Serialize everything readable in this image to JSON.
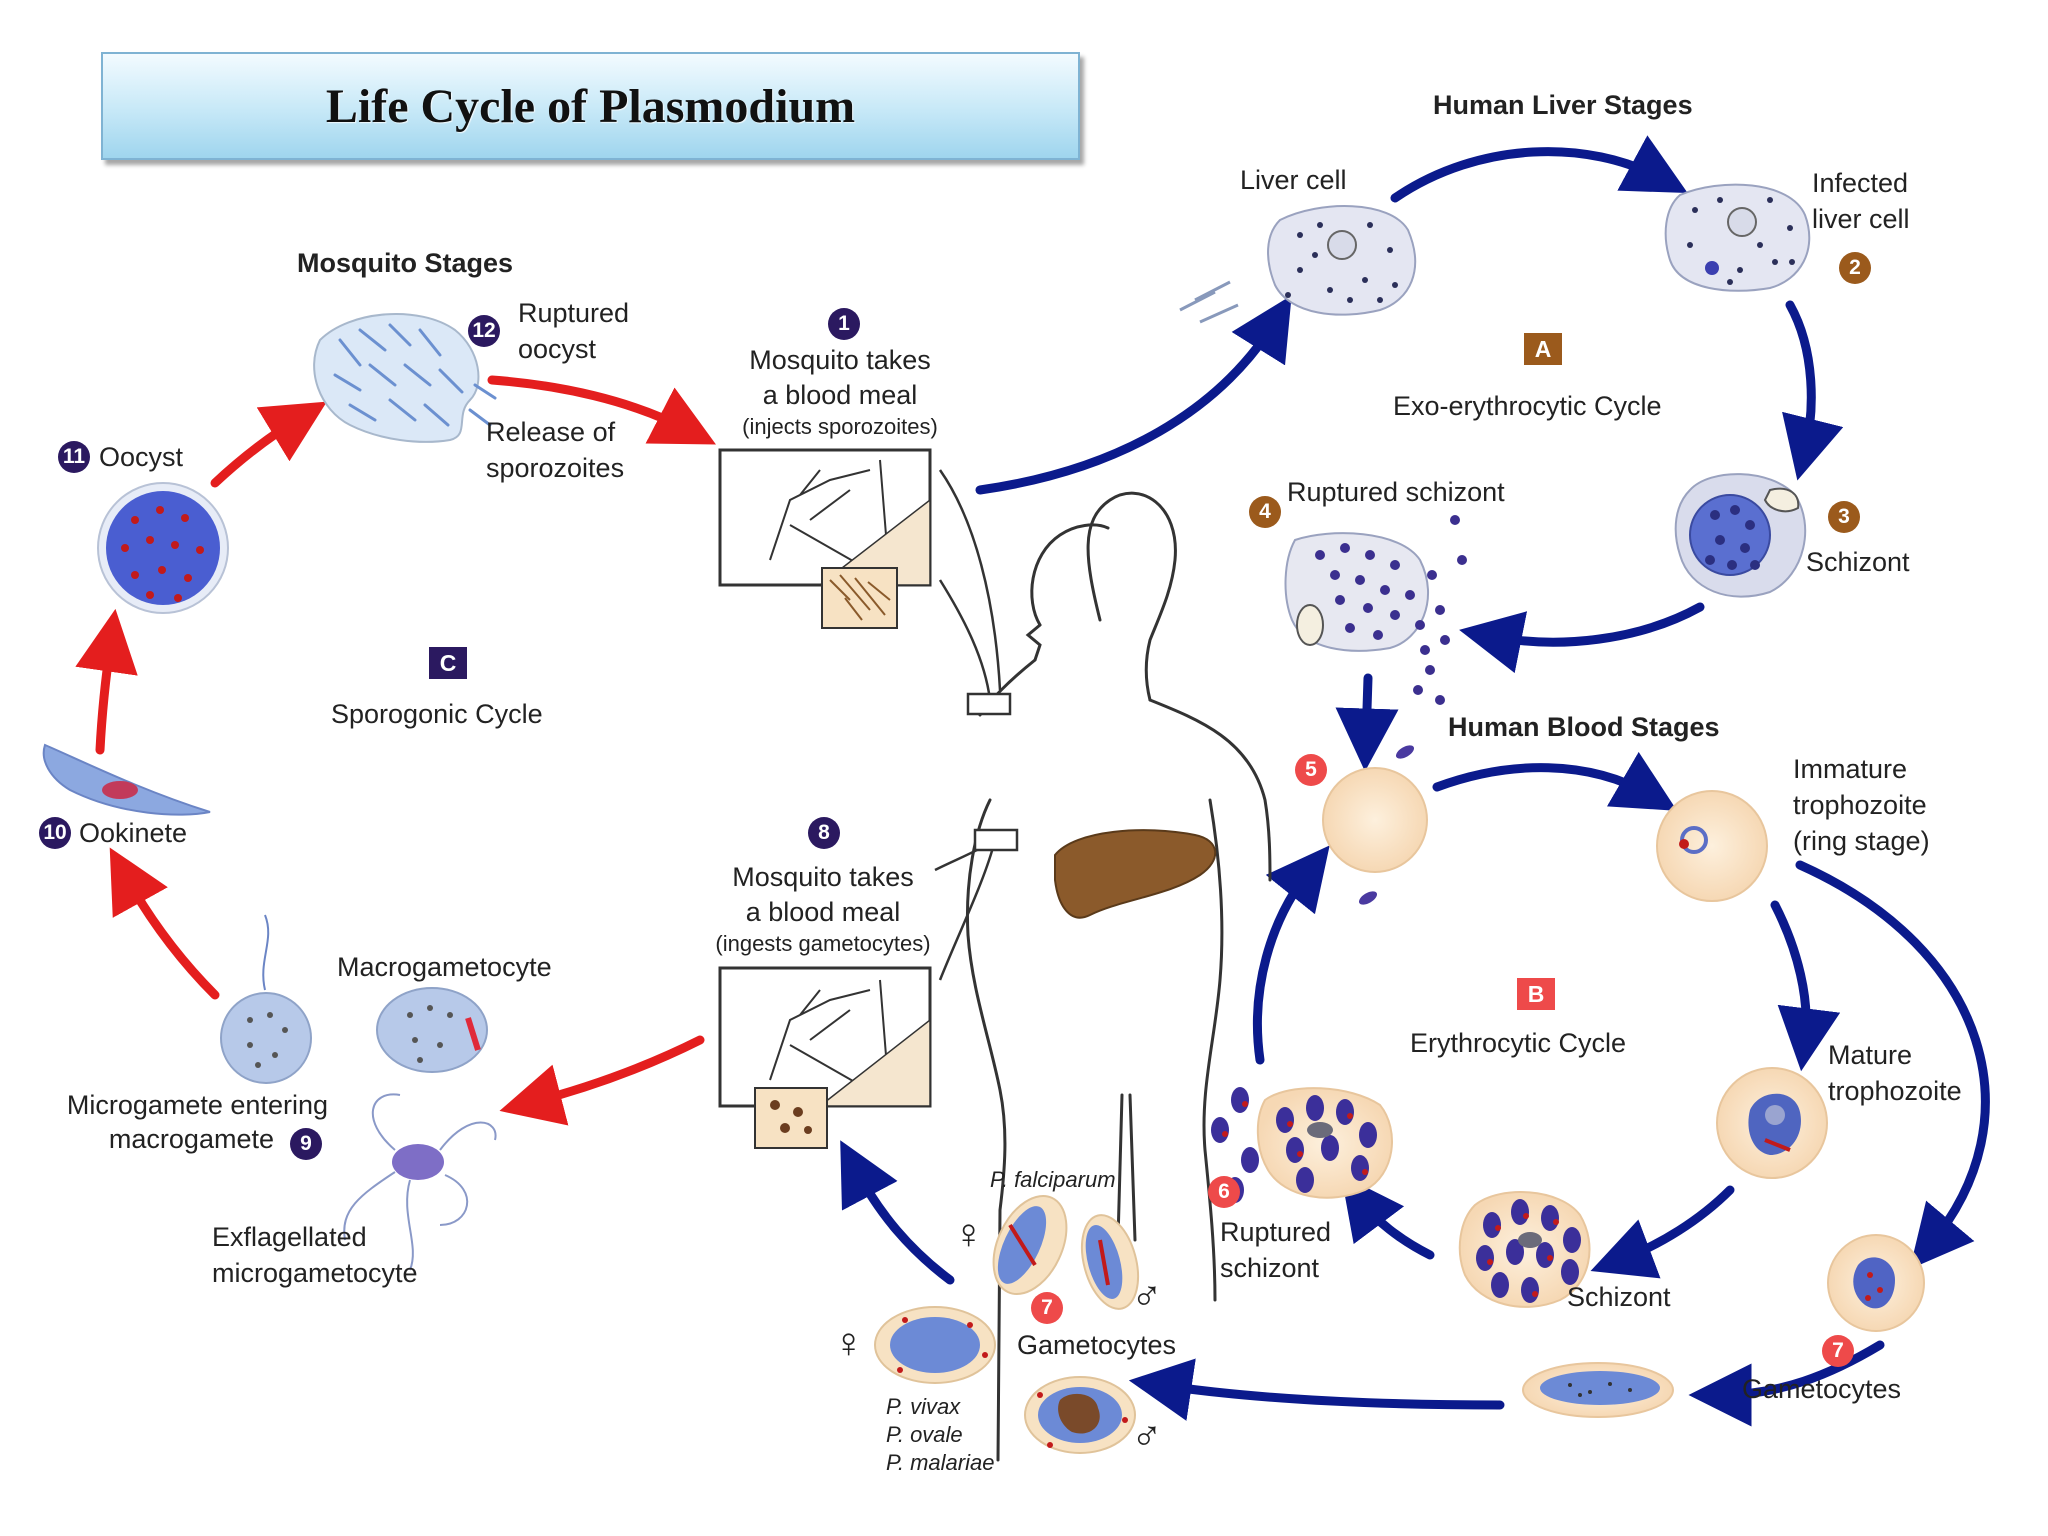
{
  "title": "Life Cycle of Plasmodium",
  "headers": {
    "liver": "Human Liver Stages",
    "blood": "Human Blood Stages",
    "mosquito": "Mosquito Stages"
  },
  "cycles": {
    "a": {
      "letter": "A",
      "label": "Exo-erythrocytic Cycle"
    },
    "b": {
      "letter": "B",
      "label": "Erythrocytic Cycle"
    },
    "c": {
      "letter": "C",
      "label": "Sporogonic Cycle"
    }
  },
  "labels": {
    "liver_cell": "Liver cell",
    "infected_1": "Infected",
    "infected_2": "liver cell",
    "schizont_liver": "Schizont",
    "ruptured_schizont_liver": "Ruptured schizont",
    "immature_1": "Immature",
    "immature_2": "trophozoite",
    "immature_3": "(ring stage)",
    "mature_1": "Mature",
    "mature_2": "trophozoite",
    "schizont_blood": "Schizont",
    "ruptured_1": "Ruptured",
    "ruptured_2": "schizont",
    "gametocytes_right": "Gametocytes",
    "gametocytes_center": "Gametocytes",
    "falciparum": "P. falciparum",
    "vivax": "P. vivax",
    "ovale": "P. ovale",
    "malariae": "P. malariae",
    "meal1_1": "Mosquito takes",
    "meal1_2": "a blood meal",
    "meal1_3": "(injects sporozoites)",
    "meal8_1": "Mosquito takes",
    "meal8_2": "a blood meal",
    "meal8_3": "(ingests gametocytes)",
    "macrogametocyte": "Macrogametocyte",
    "microgamete_1": "Microgamete entering",
    "microgamete_2": "macrogamete",
    "exflag_1": "Exflagellated",
    "exflag_2": "microgametocyte",
    "ookinete": "Ookinete",
    "oocyst": "Oocyst",
    "ruptured_oocyst_1": "Ruptured",
    "ruptured_oocyst_2": "oocyst",
    "release_1": "Release of",
    "release_2": "sporozoites"
  },
  "steps": {
    "s1": "1",
    "s2": "2",
    "s3": "3",
    "s4": "4",
    "s5": "5",
    "s6": "6",
    "s7a": "7",
    "s7b": "7",
    "s8": "8",
    "s9": "9",
    "s10": "10",
    "s11": "11",
    "s12": "12"
  },
  "symbols": {
    "female": "♀",
    "male": "♂"
  },
  "colors": {
    "blue_arrow": "#0b1a8c",
    "red_arrow": "#e41e1e",
    "step_purple": "#2b1960",
    "step_brown": "#9b5a1c",
    "step_red": "#ee4a4a",
    "cell_fill": "#fae3c6",
    "liver_organ": "#8b5a2b"
  }
}
